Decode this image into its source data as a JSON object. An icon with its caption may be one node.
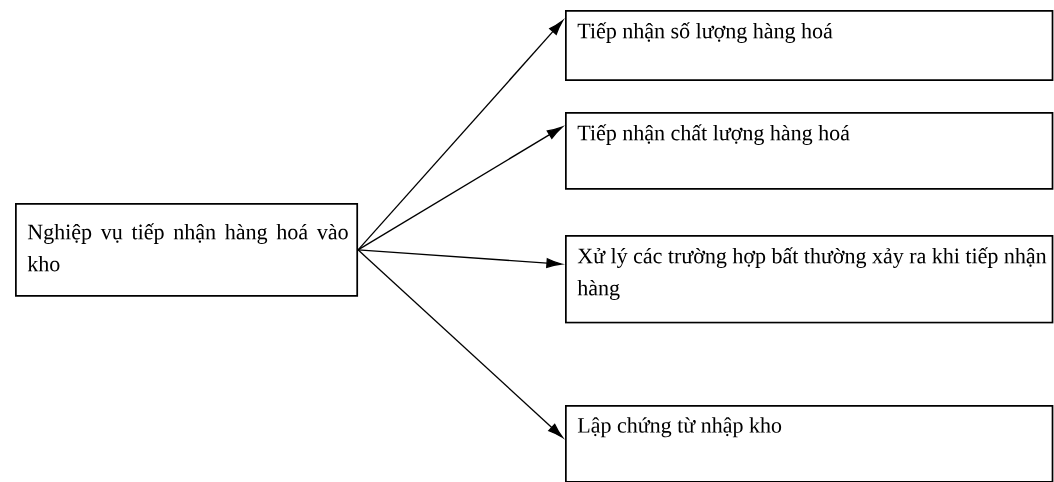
{
  "diagram": {
    "nodes": [
      {
        "text": [
          "Nghiệp vụ tiếp nhận hàng hoá vào kho"
        ]
      },
      {
        "text": [
          "Tiếp nhận số lượng hàng hoá"
        ]
      },
      {
        "text": [
          "Tiếp nhận chất lượng hàng hoá"
        ]
      },
      {
        "text": [
          "Xử lý các trường hợp bất thường xảy ra khi tiếp nhận hàng"
        ]
      },
      {
        "text": [
          "Lập chứng từ nhập kho"
        ]
      }
    ],
    "edges": [
      {
        "from": 0,
        "to": 1,
        "arrow": "to"
      },
      {
        "from": 0,
        "to": 2,
        "arrow": "to"
      },
      {
        "from": 0,
        "to": 3,
        "arrow": "to"
      },
      {
        "from": 0,
        "to": 4,
        "arrow": "to"
      }
    ]
  }
}
